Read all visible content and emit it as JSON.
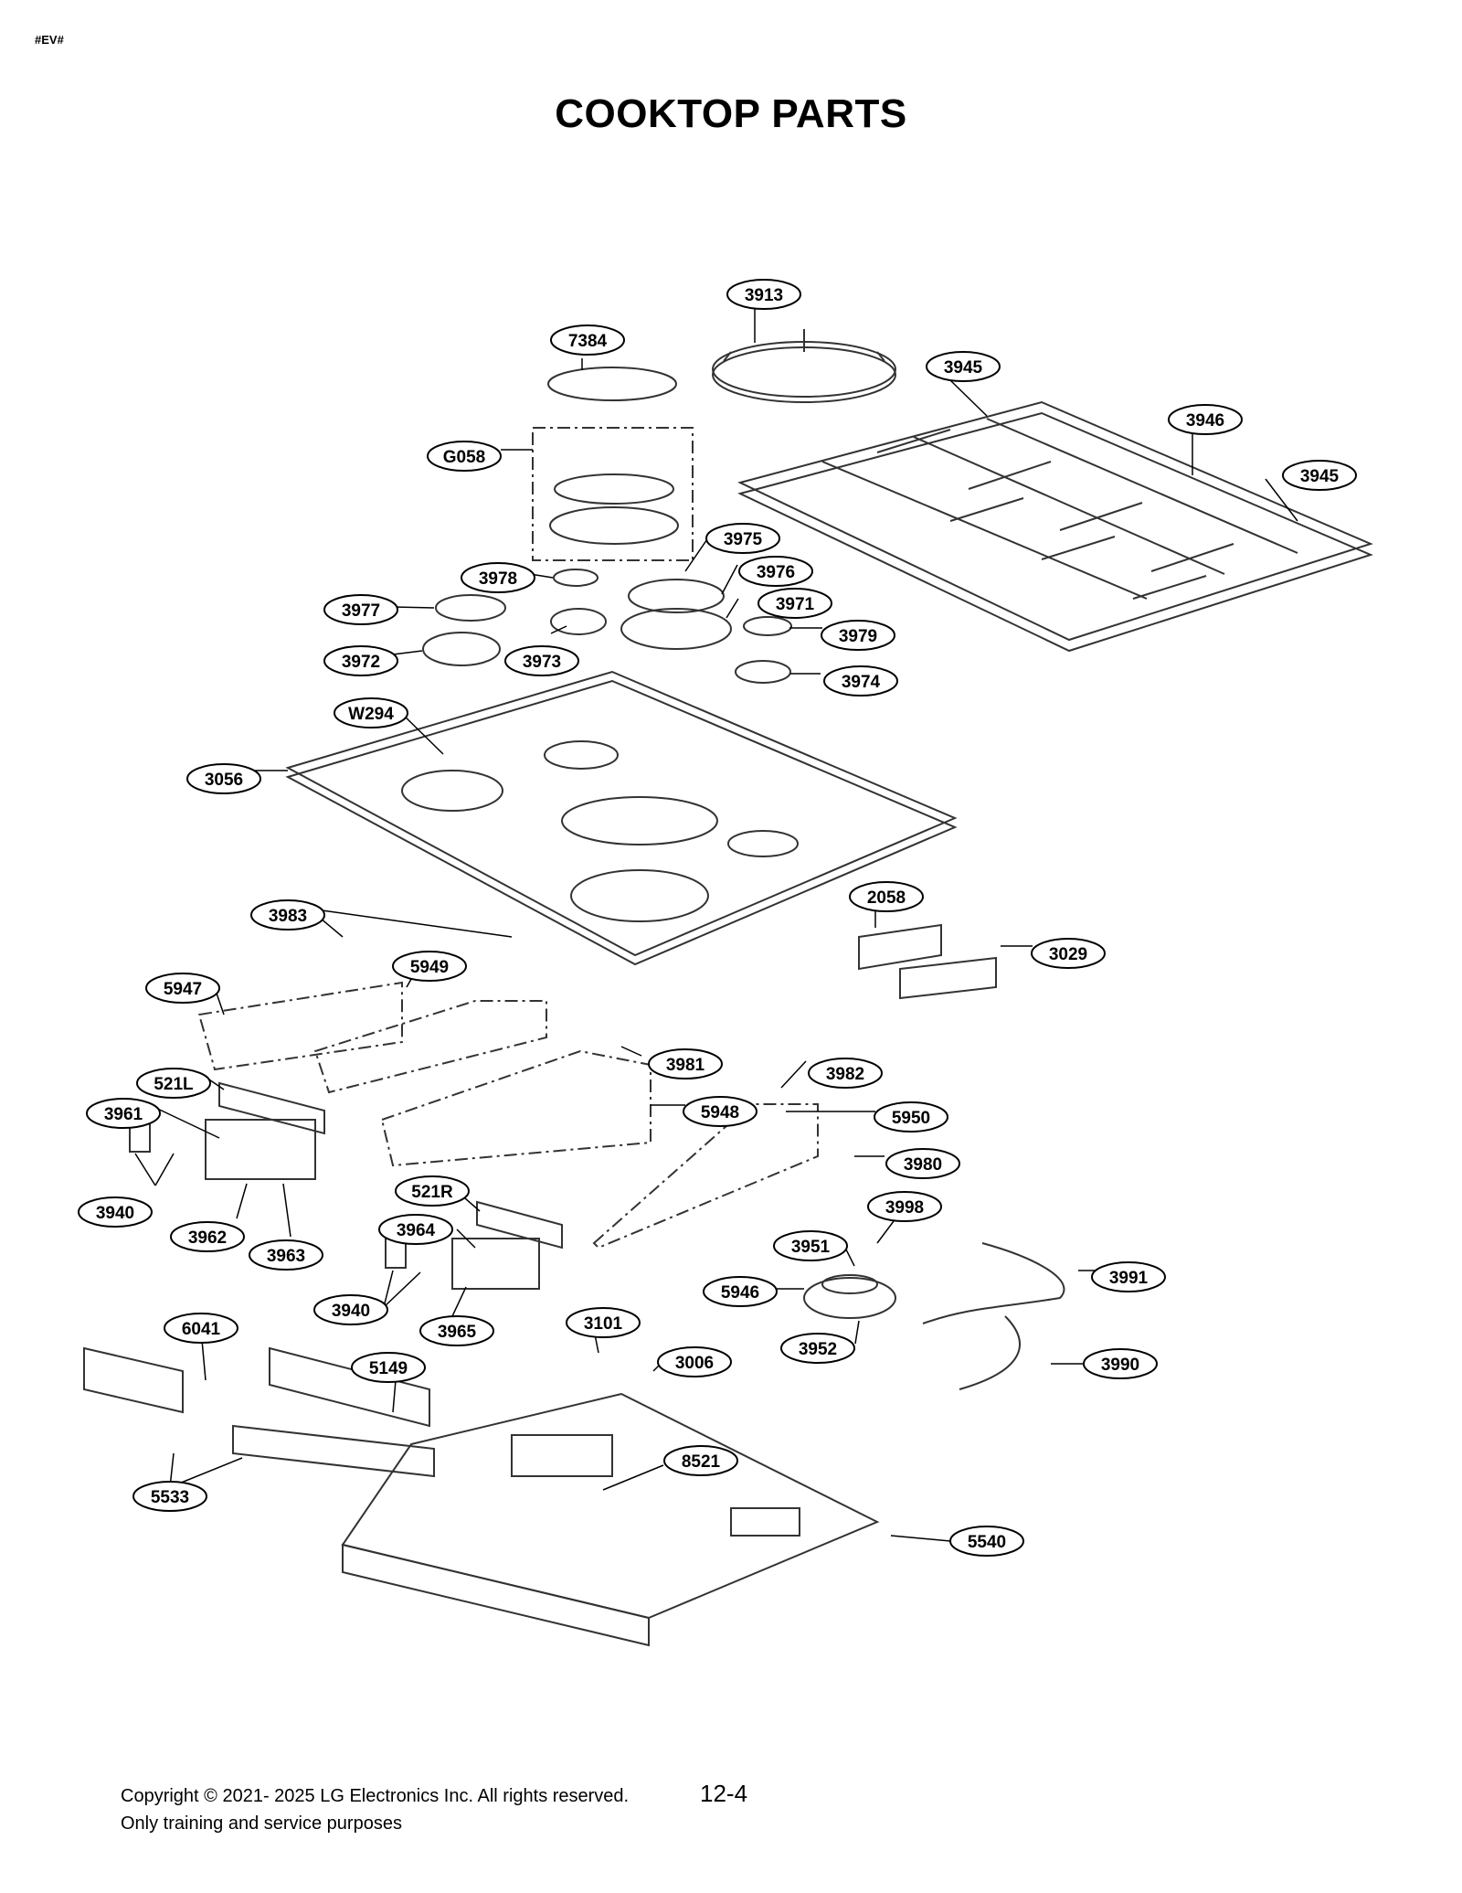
{
  "header": {
    "doc_code": "#EV#",
    "title": "COOKTOP PARTS"
  },
  "part_labels": [
    {
      "id": "3913",
      "name": "label-3913"
    },
    {
      "id": "7384",
      "name": "label-7384"
    },
    {
      "id": "3945",
      "name": "label-3945-top"
    },
    {
      "id": "3946",
      "name": "label-3946"
    },
    {
      "id": "3945",
      "name": "label-3945-right"
    },
    {
      "id": "G058",
      "name": "label-g058"
    },
    {
      "id": "3975",
      "name": "label-3975"
    },
    {
      "id": "3978",
      "name": "label-3978"
    },
    {
      "id": "3976",
      "name": "label-3976"
    },
    {
      "id": "3977",
      "name": "label-3977"
    },
    {
      "id": "3971",
      "name": "label-3971"
    },
    {
      "id": "3979",
      "name": "label-3979"
    },
    {
      "id": "3972",
      "name": "label-3972"
    },
    {
      "id": "3973",
      "name": "label-3973"
    },
    {
      "id": "3974",
      "name": "label-3974"
    },
    {
      "id": "W294",
      "name": "label-w294"
    },
    {
      "id": "3056",
      "name": "label-3056"
    },
    {
      "id": "2058",
      "name": "label-2058"
    },
    {
      "id": "3983",
      "name": "label-3983"
    },
    {
      "id": "3029",
      "name": "label-3029"
    },
    {
      "id": "5949",
      "name": "label-5949"
    },
    {
      "id": "5947",
      "name": "label-5947"
    },
    {
      "id": "3981",
      "name": "label-3981"
    },
    {
      "id": "3982",
      "name": "label-3982"
    },
    {
      "id": "521L",
      "name": "label-521l"
    },
    {
      "id": "5948",
      "name": "label-5948"
    },
    {
      "id": "3961",
      "name": "label-3961"
    },
    {
      "id": "5950",
      "name": "label-5950"
    },
    {
      "id": "3980",
      "name": "label-3980"
    },
    {
      "id": "521R",
      "name": "label-521r"
    },
    {
      "id": "3940",
      "name": "label-3940-left"
    },
    {
      "id": "3998",
      "name": "label-3998"
    },
    {
      "id": "3964",
      "name": "label-3964"
    },
    {
      "id": "3962",
      "name": "label-3962"
    },
    {
      "id": "3951",
      "name": "label-3951"
    },
    {
      "id": "3963",
      "name": "label-3963"
    },
    {
      "id": "3991",
      "name": "label-3991"
    },
    {
      "id": "5946",
      "name": "label-5946"
    },
    {
      "id": "3940",
      "name": "label-3940-center"
    },
    {
      "id": "6041",
      "name": "label-6041"
    },
    {
      "id": "3101",
      "name": "label-3101"
    },
    {
      "id": "3965",
      "name": "label-3965"
    },
    {
      "id": "3952",
      "name": "label-3952"
    },
    {
      "id": "3006",
      "name": "label-3006"
    },
    {
      "id": "5149",
      "name": "label-5149"
    },
    {
      "id": "3990",
      "name": "label-3990"
    },
    {
      "id": "8521",
      "name": "label-8521"
    },
    {
      "id": "5533",
      "name": "label-5533"
    },
    {
      "id": "5540",
      "name": "label-5540"
    }
  ],
  "footer": {
    "copyright": "Copyright © 2021- 2025 LG Electronics Inc. All rights reserved.",
    "usage": "Only training and service purposes",
    "page_number": "12-4"
  }
}
